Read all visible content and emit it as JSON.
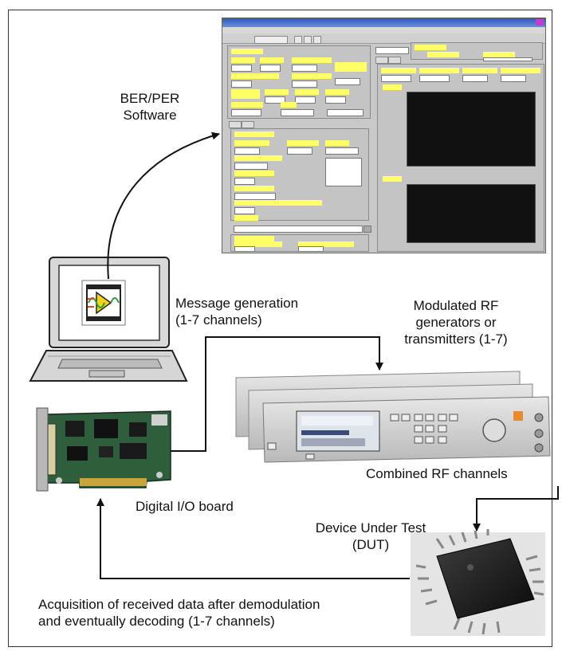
{
  "labels": {
    "software": "BER/PER\nSoftware",
    "message_generation": "Message generation\n(1-7 channels)",
    "rf_generators": "Modulated RF\ngenerators or\ntransmitters (1-7)",
    "digital_io": "Digital I/O board",
    "combined_rf": "Combined RF channels",
    "dut": "Device Under Test\n(DUT)",
    "acquisition": "Acquisition of received data after demodulation\nand eventually decoding (1-7 channels)"
  },
  "colors": {
    "frame": "#333333",
    "arrow": "#111111",
    "panel_label": "#ffff66",
    "graph_bg": "#111111",
    "chip": "#1a1a1a"
  },
  "icons": [
    "labview-icon",
    "laptop-icon",
    "pci-board-icon",
    "signal-generator-icon",
    "ic-chip-icon"
  ]
}
